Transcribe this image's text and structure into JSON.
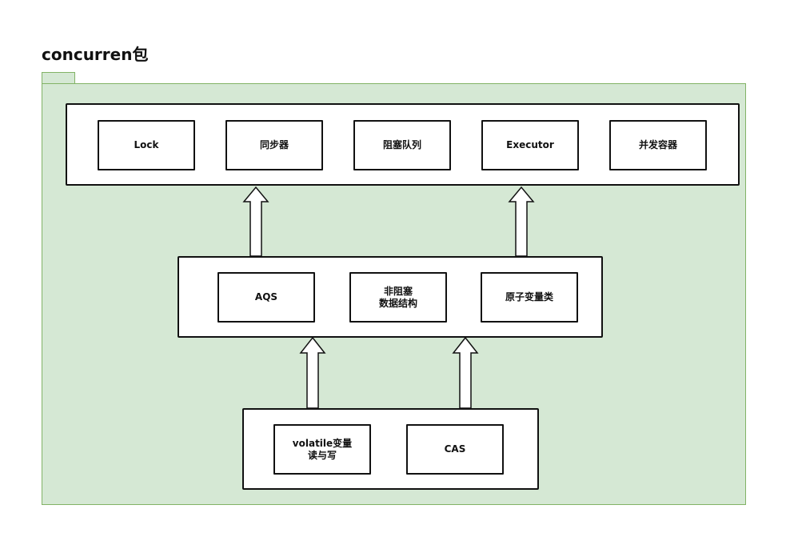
{
  "title": "concurren包",
  "layers": {
    "top": {
      "nodes": [
        "Lock",
        "同步器",
        "阻塞队列",
        "Executor",
        "并发容器"
      ]
    },
    "middle": {
      "nodes": [
        "AQS",
        "非阻塞\n数据结构",
        "原子变量类"
      ]
    },
    "bottom": {
      "nodes": [
        "volatile变量\n读与写",
        "CAS"
      ]
    }
  },
  "colors": {
    "package_fill": "#d5e8d4",
    "package_border": "#82b366",
    "box_border": "#111111",
    "box_fill": "#ffffff"
  }
}
